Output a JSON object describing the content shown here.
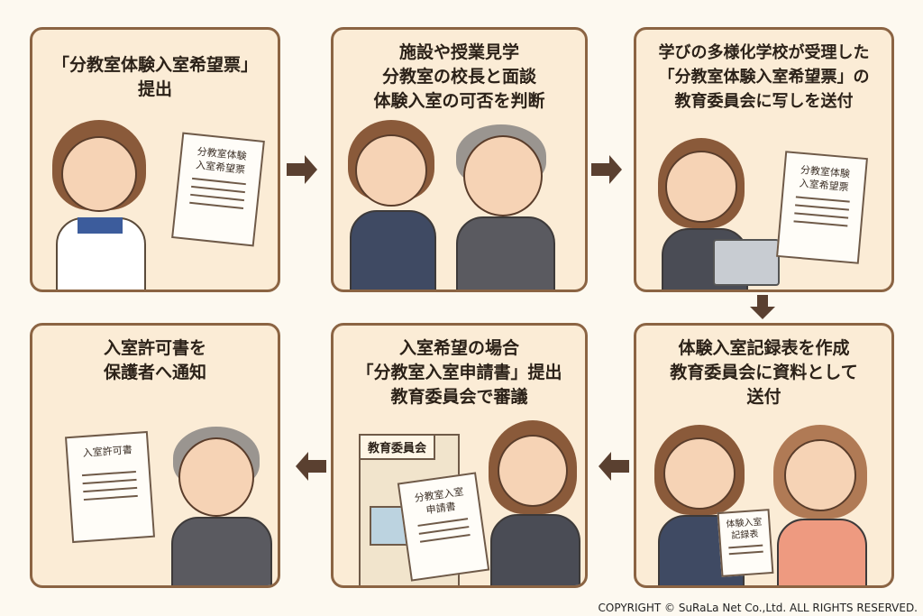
{
  "steps": [
    {
      "title_lines": [
        "「分教室体験入室希望票」",
        "提出"
      ],
      "doc_label": [
        "分教室体験",
        "入室希望票"
      ]
    },
    {
      "title_lines": [
        "施設や授業見学",
        "分教室の校長と面談",
        "体験入室の可否を判断"
      ]
    },
    {
      "title_lines": [
        "学びの多様化学校が受理した",
        "「分教室体験入室希望票」の",
        "教育委員会に写しを送付"
      ],
      "doc_label": [
        "分教室体験",
        "入室希望票"
      ]
    },
    {
      "title_lines": [
        "体験入室記録表を作成",
        "教育委員会に資料として",
        "送付"
      ],
      "doc_label": [
        "体験入室",
        "記録表"
      ]
    },
    {
      "title_lines": [
        "入室希望の場合",
        "「分教室入室申請書」提出",
        "教育委員会で審議"
      ],
      "doc_label": [
        "分教室入室",
        "申請書"
      ],
      "sign": "教育委員会"
    },
    {
      "title_lines": [
        "入室許可書を",
        "保護者へ通知"
      ],
      "doc_label": [
        "入室許可書"
      ]
    }
  ],
  "copyright": "COPYRIGHT © SuRaLa Net Co.,Ltd. ALL RIGHTS RESERVED.",
  "colors": {
    "panel": "#fbecd6",
    "border": "#8b6443",
    "arrow": "#5a4030"
  }
}
